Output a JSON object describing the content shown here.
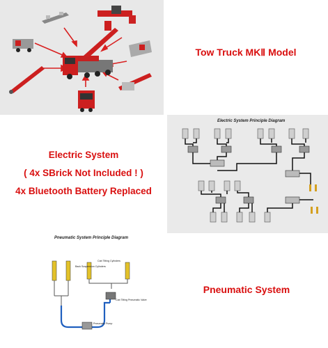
{
  "model_title": "Tow Truck MKⅡ Model",
  "electric": {
    "line1": "Electric System",
    "line2": "( 4x SBrick Not Included ! )",
    "line3": "4x Bluetooth Battery Replaced",
    "diagram_title": "Electric System Principle Diagram"
  },
  "pneumatic": {
    "title": "Pneumatic System",
    "diagram_title": "Pneumatic System Principle Diagram",
    "labels": {
      "back_cylinders": "Back Suspension Cylinders",
      "cab_tilting_cylinders": "Cab Tilting Cylinders",
      "cab_tilting_valve": "Cab Tilting Pneumatic Valve",
      "pump": "Pneumatic Pump"
    }
  },
  "colors": {
    "accent_red": "#d90f0f",
    "truck_red": "#cc1f1f",
    "pneumatic_blue": "#1f5fbf",
    "cylinder_yellow": "#e3c22a"
  }
}
